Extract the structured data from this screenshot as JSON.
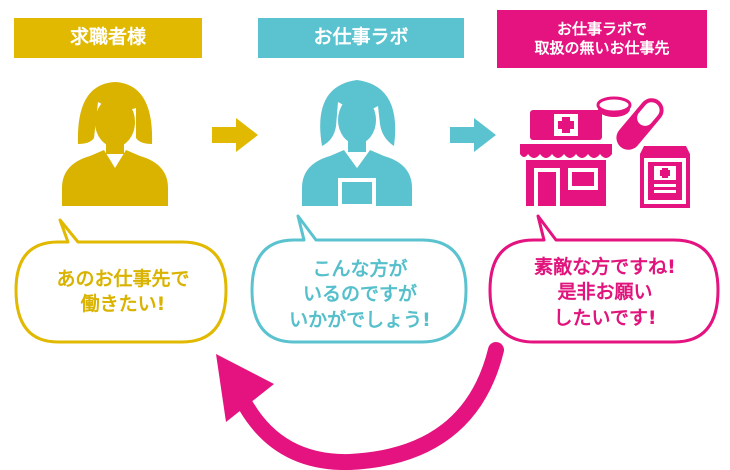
{
  "steps": [
    {
      "label": "求職者様",
      "message": "あのお仕事先で\n働きたい!",
      "color": "#E0B900"
    },
    {
      "label": "お仕事ラボ",
      "message": "こんな方が\nいるのですが\nいかがでしょう!",
      "color": "#5BC2CF"
    },
    {
      "label": "お仕事ラボで\n取扱の無いお仕事先",
      "message": "素敵な方ですね!\n是非お願い\nしたいです!",
      "color": "#E4137F"
    }
  ],
  "flow_arrow_color": "#5BC2CF",
  "return_arrow_color": "#E4137F",
  "icons": [
    "job-seeker-woman-icon",
    "staff-woman-icon",
    "pharmacy-store-icon",
    "pill-capsule-icon",
    "medicine-bag-icon"
  ]
}
